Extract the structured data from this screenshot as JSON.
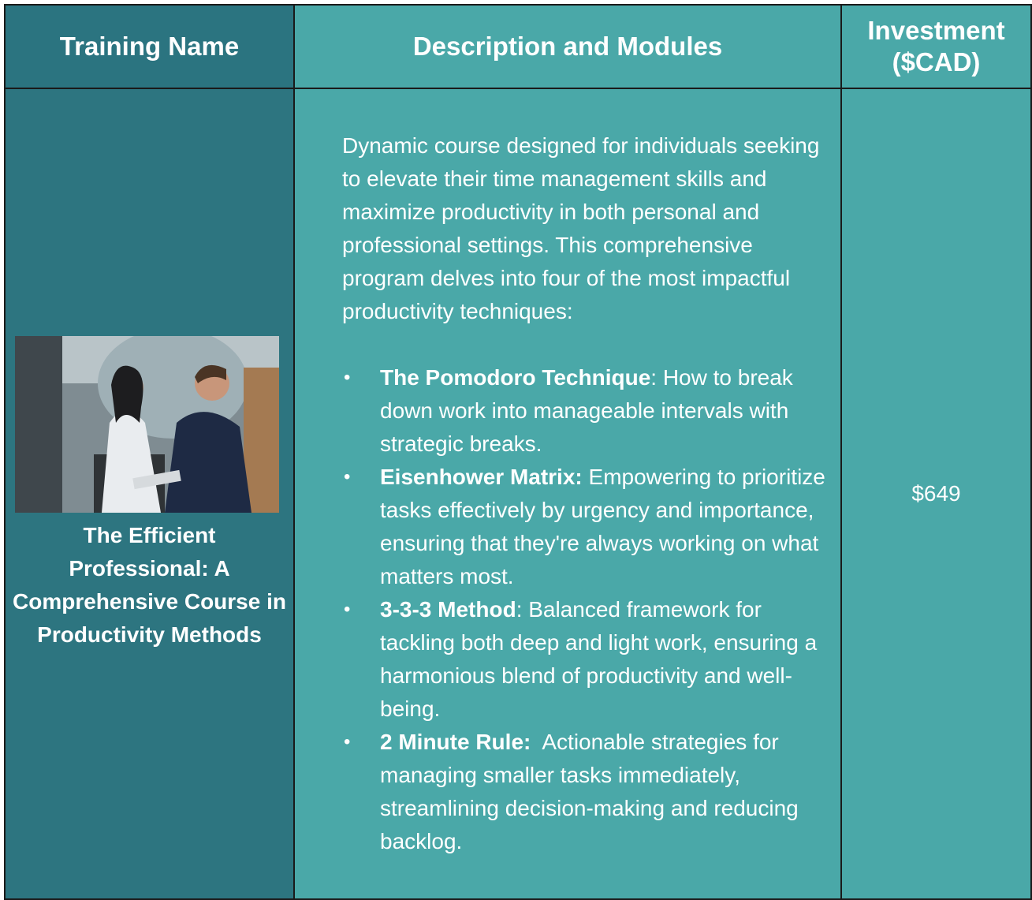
{
  "headers": {
    "name": "Training Name",
    "description": "Description and Modules",
    "investment_line1": "Investment",
    "investment_line2": "($CAD)"
  },
  "course": {
    "title": "The Efficient Professional: A Comprehensive Course in Productivity Methods",
    "intro": "Dynamic course designed for individuals seeking to elevate their time management skills and maximize productivity in both personal and professional settings. This comprehensive program delves into four of the most impactful productivity techniques:",
    "modules": [
      {
        "name": "The Pomodoro Technique",
        "sep": ": ",
        "text": "How to break down work into manageable intervals with strategic breaks."
      },
      {
        "name": "Eisenhower Matrix:",
        "sep": " ",
        "text": "Empowering to prioritize tasks effectively by urgency and importance, ensuring that they're always working on what matters most."
      },
      {
        "name": "3-3-3 Method",
        "sep": ": ",
        "text": "Balanced framework for tackling both deep and light work, ensuring a harmonious blend of productivity and well-being."
      },
      {
        "name": "2 Minute Rule:",
        "sep": "  ",
        "text": "Actionable strategies for managing smaller tasks immediately, streamlining decision-making and reducing backlog."
      }
    ],
    "price": "$649",
    "bullet": "•"
  },
  "colors": {
    "header_dark": "#2b7480",
    "cell_teal": "#4aa8a8",
    "text": "#ffffff"
  }
}
